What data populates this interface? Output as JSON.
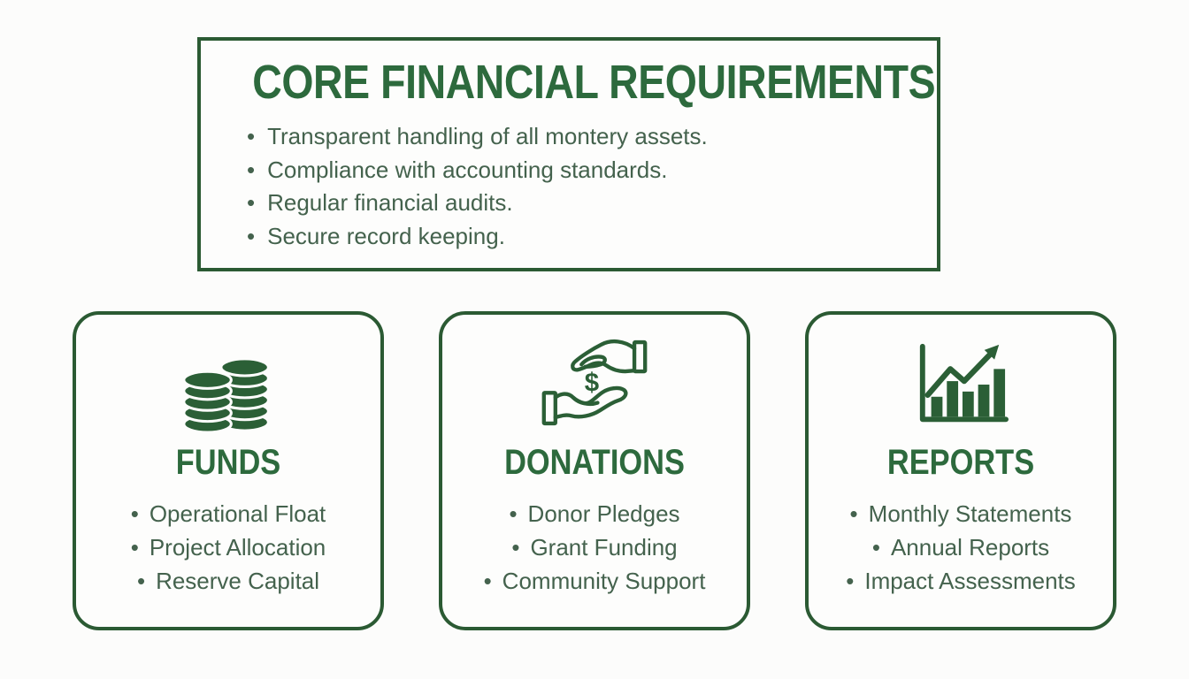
{
  "page": {
    "background_color": "#fcfcfb",
    "accent_green": "#2d6a3d",
    "border_green": "#2b5a33",
    "body_text_green": "#44624d"
  },
  "header_box": {
    "title": "CORE FINANCIAL REQUIREMENTS",
    "bullets": [
      "Transparent handling of all montery assets.",
      "Compliance with accounting standards.",
      "Regular financial audits.",
      "Secure record keeping."
    ]
  },
  "cards": [
    {
      "icon": "coin-stack-icon",
      "title": "FUNDS",
      "bullets": [
        "Operational Float",
        "Project Allocation",
        "Reserve Capital"
      ]
    },
    {
      "icon": "donation-hands-icon",
      "title": "DONATIONS",
      "bullets": [
        "Donor Pledges",
        "Grant Funding",
        "Community Support"
      ]
    },
    {
      "icon": "bar-chart-growth-icon",
      "title": "REPORTS",
      "bullets": [
        "Monthly Statements",
        "Annual Reports",
        "Impact Assessments"
      ]
    }
  ]
}
